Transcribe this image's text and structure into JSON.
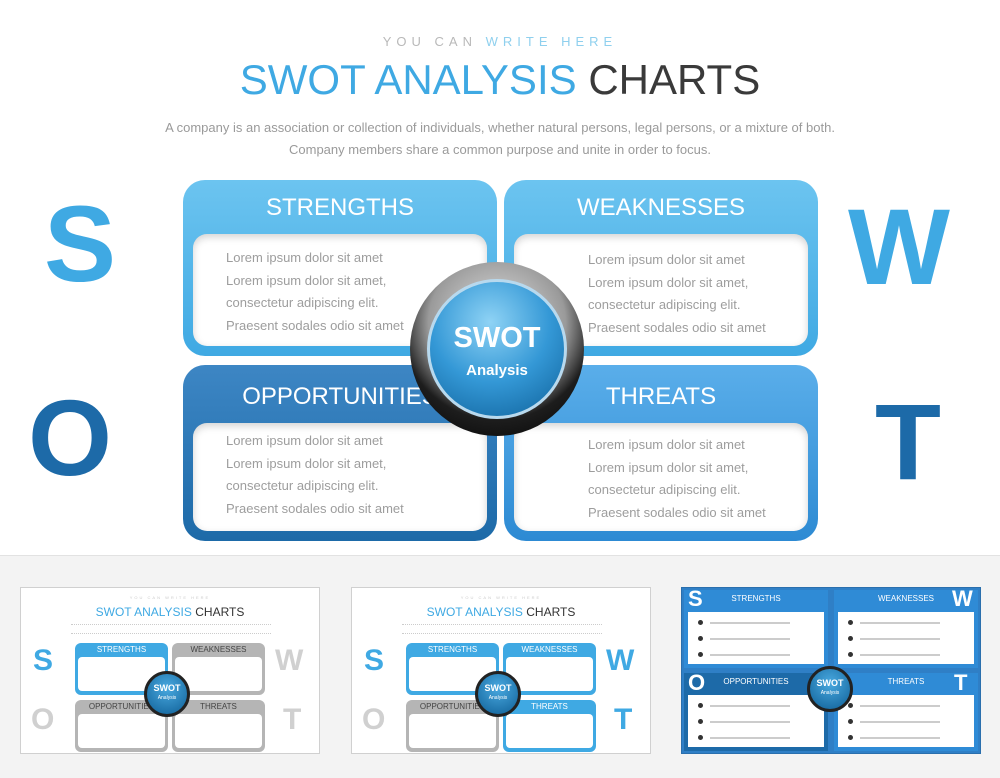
{
  "header": {
    "eyebrow_a": "YOU CAN ",
    "eyebrow_b": "WRITE HERE",
    "title_a": "SWOT ANALYSIS ",
    "title_b": "CHARTS",
    "subtitle": "A company is an association or collection of individuals, whether natural persons, legal persons, or a mixture of both. Company members share a common purpose and unite in order to focus."
  },
  "letters": {
    "s": "S",
    "w": "W",
    "o": "O",
    "t": "T"
  },
  "quadrants": {
    "strengths": {
      "title": "STRENGTHS",
      "body": "Lorem ipsum dolor sit amet Lorem ipsum dolor sit amet, consectetur adipiscing elit. Praesent sodales odio sit amet"
    },
    "weaknesses": {
      "title": "WEAKNESSES",
      "body": "Lorem ipsum dolor sit amet Lorem ipsum dolor sit amet, consectetur adipiscing elit. Praesent sodales odio sit amet"
    },
    "opportunities": {
      "title": "OPPORTUNITIES",
      "body": "Lorem ipsum dolor sit amet Lorem ipsum dolor sit amet, consectetur adipiscing elit. Praesent sodales odio sit amet"
    },
    "threats": {
      "title": "THREATS",
      "body": "Lorem ipsum dolor sit amet Lorem ipsum dolor sit amet, consectetur adipiscing elit. Praesent sodales odio sit amet"
    }
  },
  "center": {
    "title": "SWOT",
    "subtitle": "Analysis"
  },
  "thumbnails": {
    "title_a": "SWOT ANALYSIS ",
    "title_b": "CHARTS",
    "eyebrow": "YOU CAN WRITE HERE",
    "strengths": "STRENGTHS",
    "weaknesses": "WEAKNESSES",
    "opportunities": "OPPORTUNITIES",
    "threats": "THREATS",
    "swot": "SWOT",
    "analysis": "Analysis"
  },
  "colors": {
    "strengths": "#3fa9e3",
    "weaknesses": "#3fa9e3",
    "opportunities": "#1d6aa8",
    "threats": "#2d8ad3",
    "letter_s": "#3fa9e3",
    "letter_w": "#3fa9e3",
    "letter_o": "#1d6aa8",
    "letter_t": "#1d6aa8"
  }
}
